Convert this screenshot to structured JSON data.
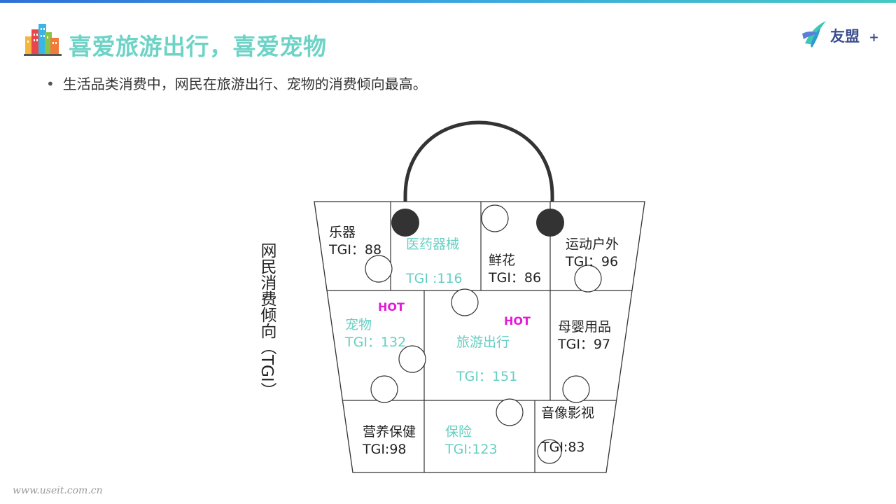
{
  "header": {
    "title": "喜爱旅游出行，喜爱宠物",
    "logo_text": "友盟",
    "logo_plus": "+"
  },
  "bullet": "生活品类消费中，网民在旅游出行、宠物的消费倾向最高。",
  "vertical_label": "网民消费倾向（TGI）",
  "watermark": "www.useit.com.cn",
  "hot_label": "HOT",
  "colors": {
    "highlight": "#67cfc2",
    "hot": "#e41ad9",
    "title": "#6dd3c6"
  },
  "categories": [
    {
      "name": "乐器",
      "tgi": "TGI：88",
      "tgi_value": 88,
      "highlight": false
    },
    {
      "name": "医药器械",
      "tgi": "TGI :116",
      "tgi_value": 116,
      "highlight": true
    },
    {
      "name": "鲜花",
      "tgi": "TGI：86",
      "tgi_value": 86,
      "highlight": false
    },
    {
      "name": "运动户外",
      "tgi": "TGI：96",
      "tgi_value": 96,
      "highlight": false
    },
    {
      "name": "宠物",
      "tgi": "TGI：132",
      "tgi_value": 132,
      "highlight": true,
      "hot": true
    },
    {
      "name": "旅游出行",
      "tgi": "TGI：151",
      "tgi_value": 151,
      "highlight": true,
      "hot": true
    },
    {
      "name": "母婴用品",
      "tgi": "TGI：97",
      "tgi_value": 97,
      "highlight": false
    },
    {
      "name": "营养保健",
      "tgi": "TGI:98",
      "tgi_value": 98,
      "highlight": false
    },
    {
      "name": "保险",
      "tgi": "TGI:123",
      "tgi_value": 123,
      "highlight": true
    },
    {
      "name": "音像影视",
      "tgi": "TGI:83",
      "tgi_value": 83,
      "highlight": false
    }
  ]
}
